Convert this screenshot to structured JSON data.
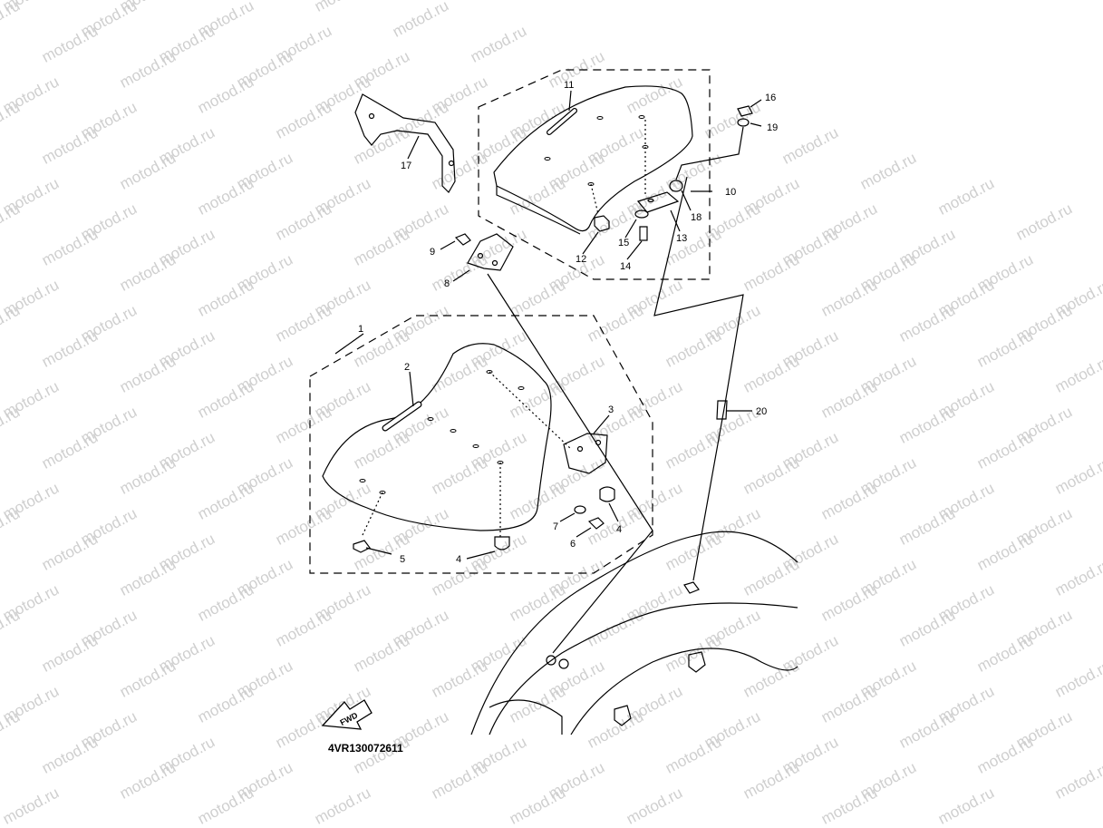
{
  "diagram": {
    "watermark": "motod.ru",
    "part_code": "4VR130072611",
    "fwd_label": "FWD",
    "callouts": [
      {
        "id": "c1",
        "label": "1"
      },
      {
        "id": "c2",
        "label": "2"
      },
      {
        "id": "c3",
        "label": "3"
      },
      {
        "id": "c4a",
        "label": "4"
      },
      {
        "id": "c4b",
        "label": "4"
      },
      {
        "id": "c5",
        "label": "5"
      },
      {
        "id": "c6",
        "label": "6"
      },
      {
        "id": "c7",
        "label": "7"
      },
      {
        "id": "c8",
        "label": "8"
      },
      {
        "id": "c9",
        "label": "9"
      },
      {
        "id": "c10",
        "label": "10"
      },
      {
        "id": "c11",
        "label": "11"
      },
      {
        "id": "c12",
        "label": "12"
      },
      {
        "id": "c13",
        "label": "13"
      },
      {
        "id": "c14",
        "label": "14"
      },
      {
        "id": "c15",
        "label": "15"
      },
      {
        "id": "c16",
        "label": "16"
      },
      {
        "id": "c17",
        "label": "17"
      },
      {
        "id": "c18",
        "label": "18"
      },
      {
        "id": "c19",
        "label": "19"
      },
      {
        "id": "c20",
        "label": "20"
      }
    ]
  }
}
